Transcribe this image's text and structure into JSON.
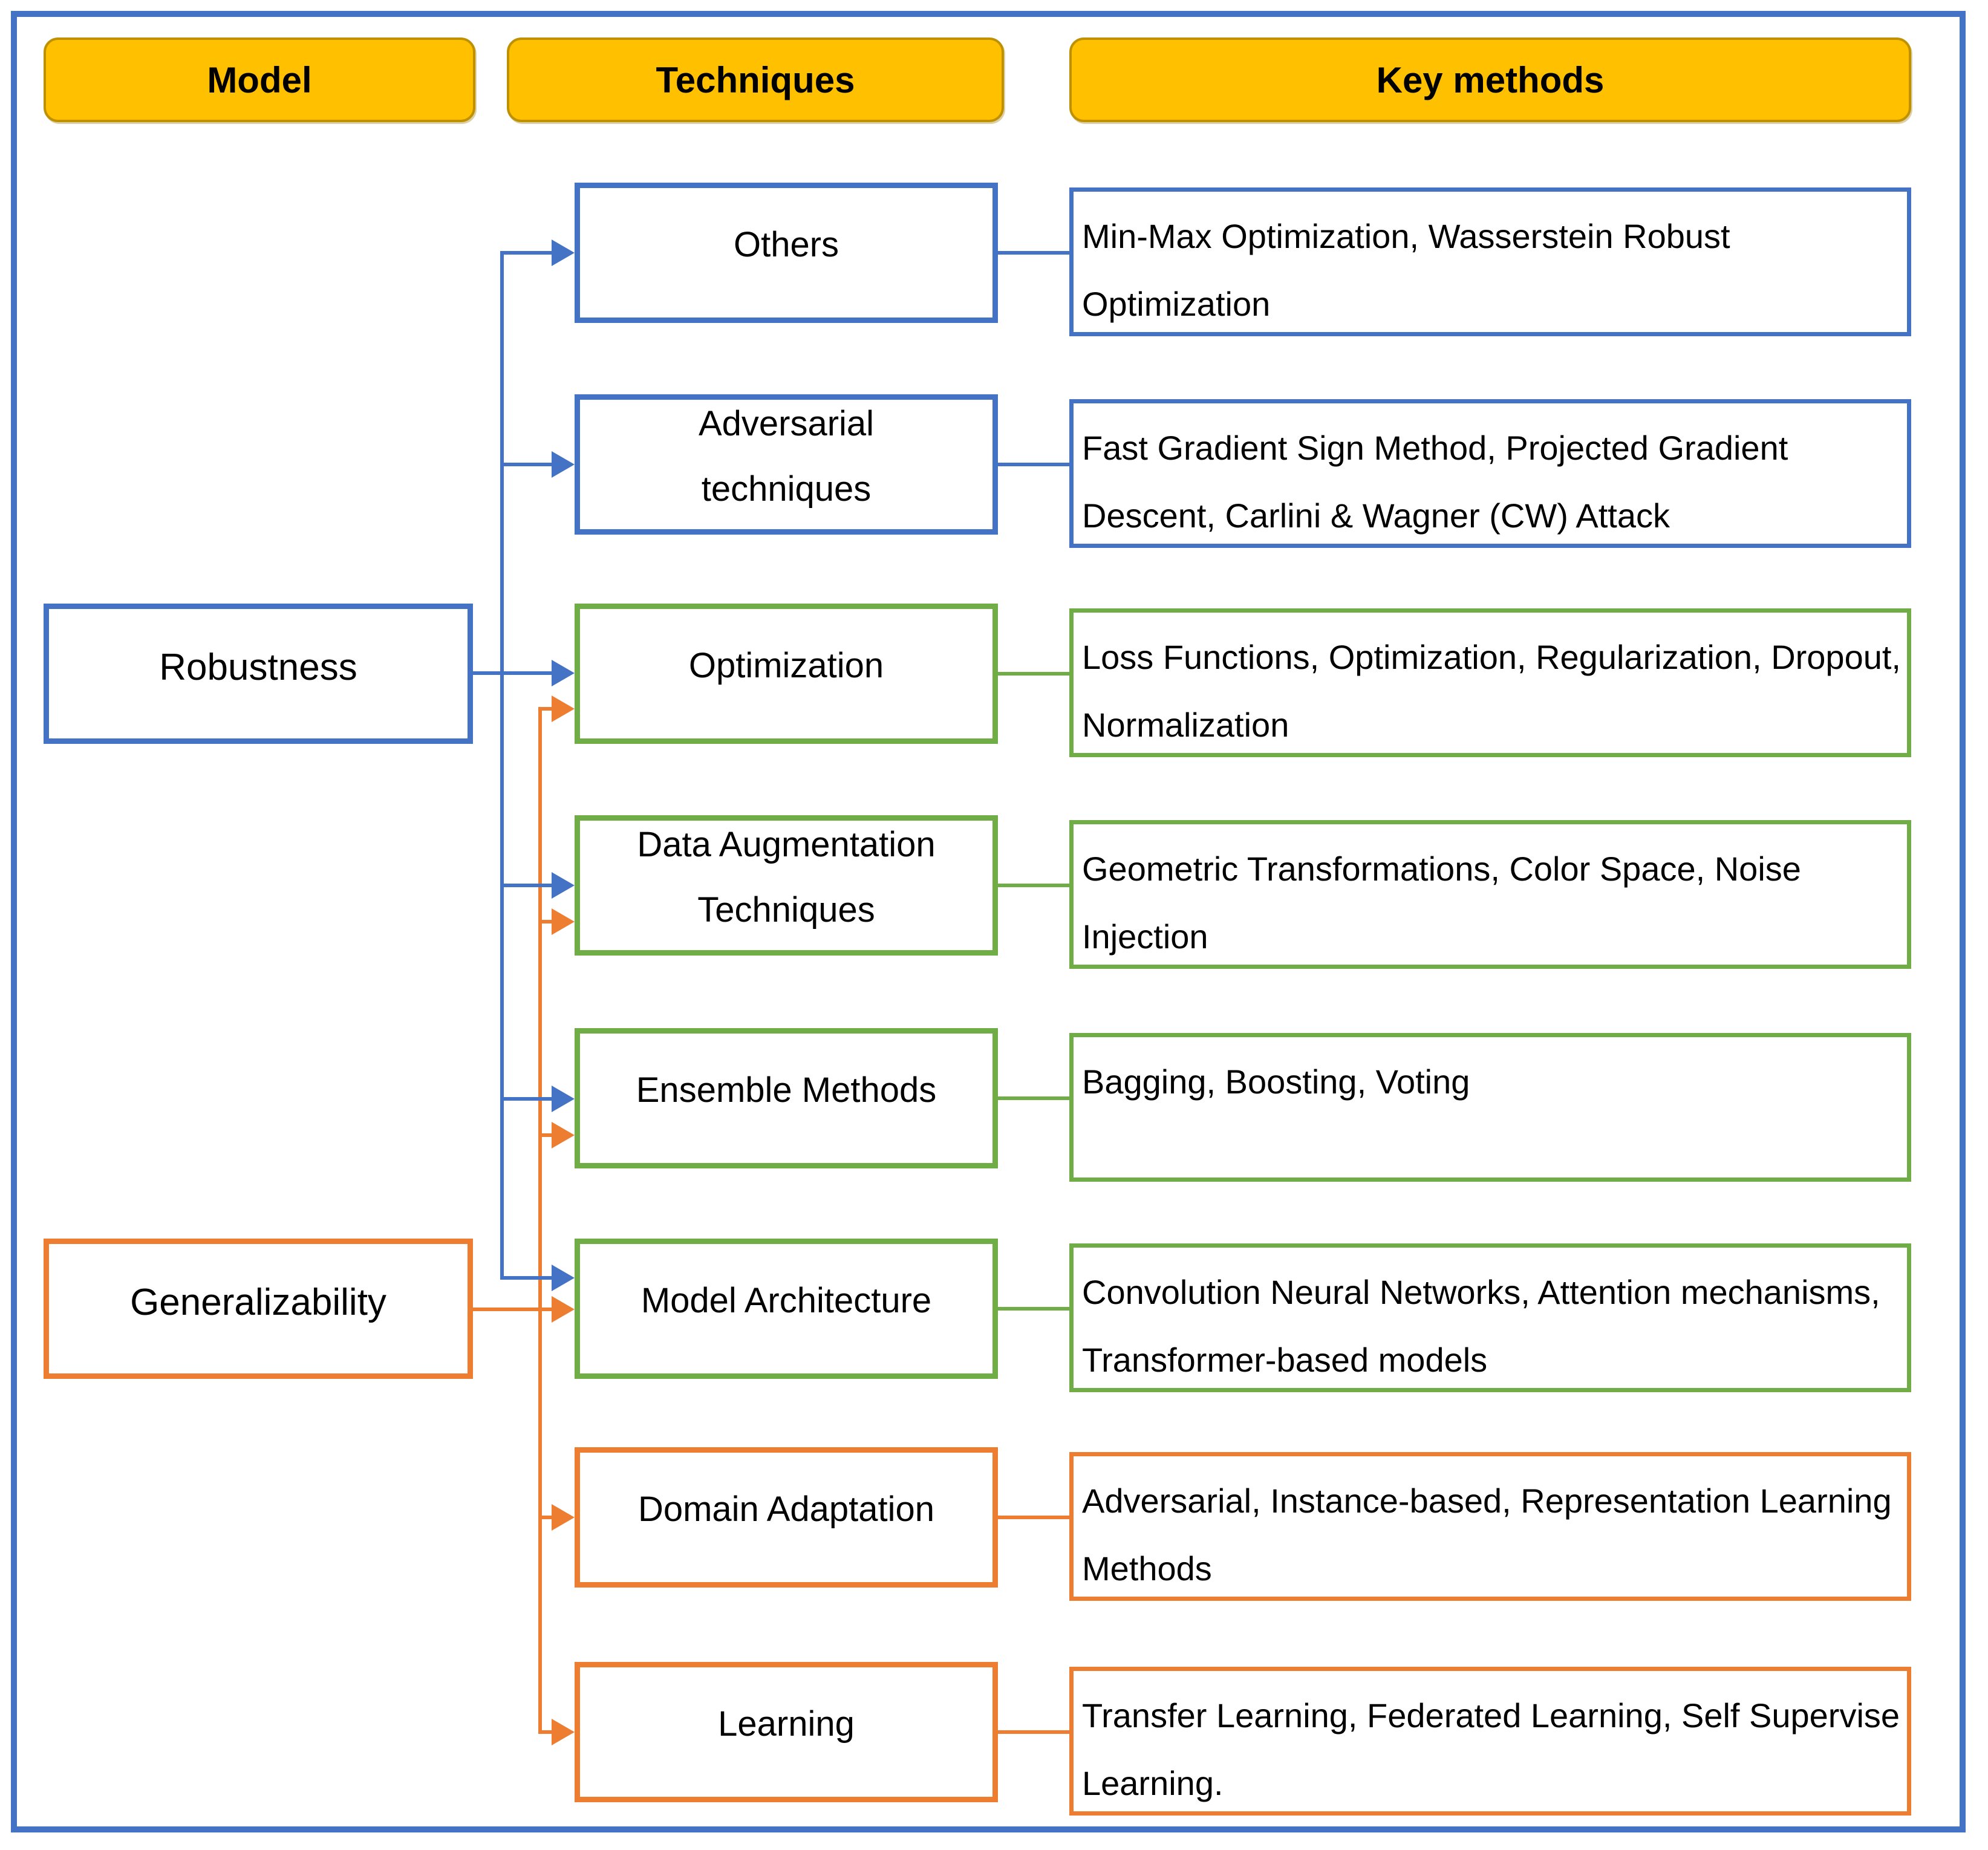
{
  "diagram": {
    "headers": {
      "model": "Model",
      "techniques": "Techniques",
      "key_methods": "Key methods"
    },
    "models": [
      {
        "id": "robustness",
        "label": "Robustness",
        "color": "blue"
      },
      {
        "id": "generalizability",
        "label": "Generalizability",
        "color": "orange"
      }
    ],
    "rows": [
      {
        "technique": "Others",
        "key_methods": "Min-Max Optimization, Wasserstein Robust Optimization",
        "color": "blue",
        "sources": [
          "robustness"
        ]
      },
      {
        "technique": "Adversarial techniques",
        "key_methods": "Fast Gradient Sign Method, Projected Gradient Descent, Carlini & Wagner (CW) Attack",
        "color": "blue",
        "sources": [
          "robustness"
        ]
      },
      {
        "technique": "Optimization",
        "key_methods": "Loss Functions, Optimization, Regularization, Dropout, Normalization",
        "color": "green",
        "sources": [
          "robustness",
          "generalizability"
        ]
      },
      {
        "technique": "Data Augmentation Techniques",
        "key_methods": "Geometric Transformations, Color Space, Noise Injection",
        "color": "green",
        "sources": [
          "robustness",
          "generalizability"
        ]
      },
      {
        "technique": "Ensemble Methods",
        "key_methods": "Bagging, Boosting, Voting",
        "color": "green",
        "sources": [
          "robustness",
          "generalizability"
        ]
      },
      {
        "technique": "Model Architecture",
        "key_methods": "Convolution Neural Networks, Attention mechanisms, Transformer-based models",
        "color": "green",
        "sources": [
          "robustness",
          "generalizability"
        ]
      },
      {
        "technique": "Domain Adaptation",
        "key_methods": "Adversarial, Instance-based, Representation Learning Methods",
        "color": "orange",
        "sources": [
          "generalizability"
        ]
      },
      {
        "technique": "Learning",
        "key_methods": "Transfer Learning, Federated Learning, Self Supervise Learning.",
        "color": "orange",
        "sources": [
          "generalizability"
        ]
      }
    ],
    "colors": {
      "blue": "#4472C4",
      "orange": "#ED7D31",
      "green": "#70AD47",
      "header_fill": "#FFC000",
      "header_border": "#BF9000",
      "text": "#000000",
      "background": "#FFFFFF"
    }
  }
}
